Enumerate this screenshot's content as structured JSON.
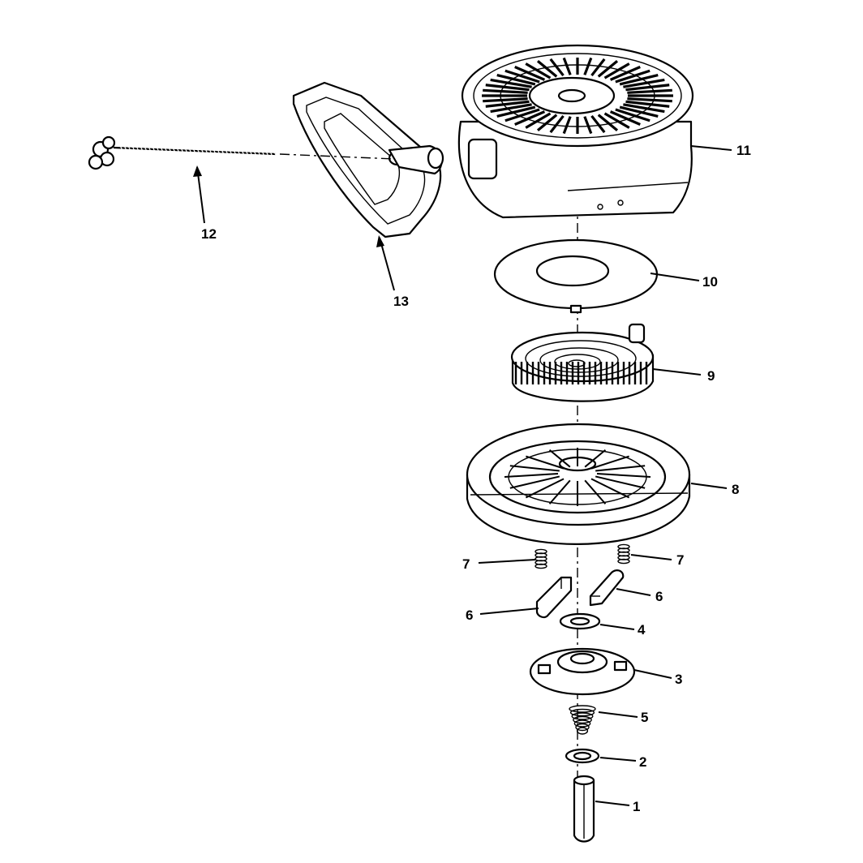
{
  "diagram": {
    "colors": {
      "ink": "#000000",
      "paper": "#ffffff"
    },
    "parts": [
      {
        "id": "1",
        "label": "1",
        "name": "roll-pin"
      },
      {
        "id": "2",
        "label": "2",
        "name": "washer"
      },
      {
        "id": "3",
        "label": "3",
        "name": "retainer"
      },
      {
        "id": "4",
        "label": "4",
        "name": "washer-small"
      },
      {
        "id": "5",
        "label": "5",
        "name": "brake-spring"
      },
      {
        "id": "6a",
        "label": "6",
        "name": "dog-left"
      },
      {
        "id": "6b",
        "label": "6",
        "name": "dog-right"
      },
      {
        "id": "7a",
        "label": "7",
        "name": "dog-spring-left"
      },
      {
        "id": "7b",
        "label": "7",
        "name": "dog-spring-right"
      },
      {
        "id": "8",
        "label": "8",
        "name": "pulley"
      },
      {
        "id": "9",
        "label": "9",
        "name": "rewind-spring"
      },
      {
        "id": "10",
        "label": "10",
        "name": "spring-cover"
      },
      {
        "id": "11",
        "label": "11",
        "name": "starter-housing"
      },
      {
        "id": "12",
        "label": "12",
        "name": "starter-rope"
      },
      {
        "id": "13",
        "label": "13",
        "name": "starter-handle"
      }
    ]
  }
}
